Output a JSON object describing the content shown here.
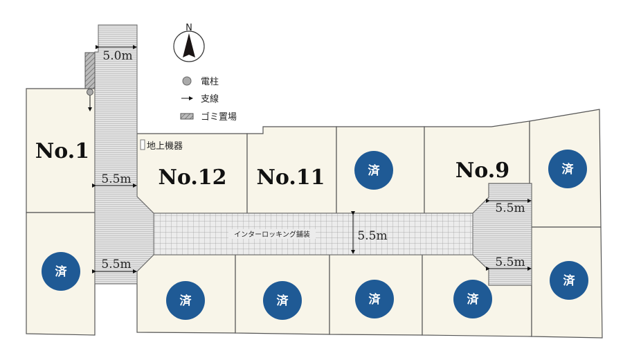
{
  "compass": {
    "label": "N"
  },
  "legend": {
    "pole": "電柱",
    "guy_wire": "支線",
    "garbage": "ゴミ置場",
    "ground_equipment": "地上機器"
  },
  "lots": {
    "no1": "No.1",
    "no12": "No.12",
    "no11": "No.11",
    "no9": "No.9"
  },
  "sold_label": "済",
  "road": {
    "paving": "インターロッキング舗装",
    "dim_top": "5.0m",
    "dim_mid": "5.5m",
    "dim_low": "5.5m",
    "dim_main": "5.5m",
    "dim_right_top": "5.5m",
    "dim_right_bottom": "5.5m"
  },
  "colors": {
    "sold": "#1f5a95",
    "lot": "#f8f5e9"
  }
}
